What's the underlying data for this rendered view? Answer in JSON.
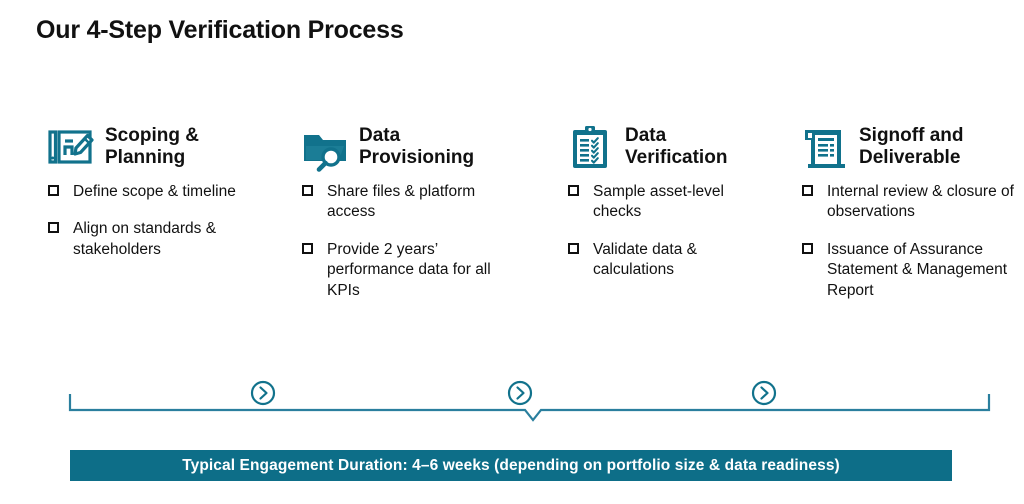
{
  "title": "Our 4-Step Verification Process",
  "theme": {
    "accent_teal": "#0d6e88",
    "icon_teal": "#11728c",
    "text_color": "#111111",
    "background": "#ffffff",
    "banner_text_color": "#ffffff"
  },
  "steps": [
    {
      "icon": "blueprint-pencil-icon",
      "title": "Scoping & Planning",
      "bullets": [
        "Define scope & timeline",
        "Align on standards & stakeholders"
      ]
    },
    {
      "icon": "folder-search-icon",
      "title": "Data Provisioning",
      "bullets": [
        "Share files & platform access",
        "Provide 2 years’ performance data for all KPIs"
      ]
    },
    {
      "icon": "clipboard-check-icon",
      "title": "Data Verification",
      "bullets": [
        "Sample asset-level checks",
        "Validate data & calculations"
      ]
    },
    {
      "icon": "document-report-icon",
      "title": "Signoff and Deliverable",
      "bullets": [
        "Internal review & closure of observations",
        "Issuance of Assurance Statement & Management Report"
      ]
    }
  ],
  "connectors": [
    {
      "icon": "chevron-right-circle-icon"
    },
    {
      "icon": "chevron-right-circle-icon"
    },
    {
      "icon": "chevron-right-circle-icon"
    }
  ],
  "brace": {
    "icon": "horizontal-brace"
  },
  "banner": {
    "text": "Typical Engagement Duration: 4–6 weeks (depending on portfolio size & data readiness)"
  }
}
